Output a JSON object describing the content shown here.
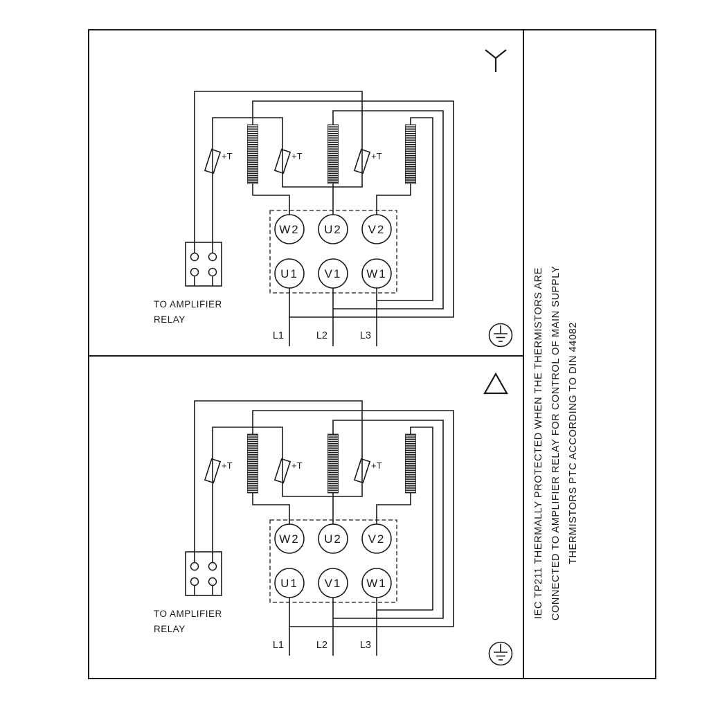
{
  "colors": {
    "ink": "#1a1a1a",
    "background": "#ffffff"
  },
  "note": {
    "lines": [
      "IEC TP211 THERMALLY PROTECTED WHEN THE THERMISTORS ARE",
      "CONNECTED TO AMPLIFIER RELAY FOR CONTROL OF MAIN SUPPLY",
      "THERMISTORS PTC ACCORDING TO DIN 44082"
    ]
  },
  "panels": [
    {
      "connection_symbol": "star",
      "thermistor_labels": [
        "+T",
        "+T",
        "+T"
      ],
      "terminals_top": [
        "W2",
        "U2",
        "V2"
      ],
      "terminals_bottom": [
        "U1",
        "V1",
        "W1"
      ],
      "relay_label_line1": "TO AMPLIFIER",
      "relay_label_line2": "RELAY",
      "supply_labels": [
        "L1",
        "L2",
        "L3"
      ]
    },
    {
      "connection_symbol": "delta",
      "thermistor_labels": [
        "+T",
        "+T",
        "+T"
      ],
      "terminals_top": [
        "W2",
        "U2",
        "V2"
      ],
      "terminals_bottom": [
        "U1",
        "V1",
        "W1"
      ],
      "relay_label_line1": "TO AMPLIFIER",
      "relay_label_line2": "RELAY",
      "supply_labels": [
        "L1",
        "L2",
        "L3"
      ]
    }
  ]
}
